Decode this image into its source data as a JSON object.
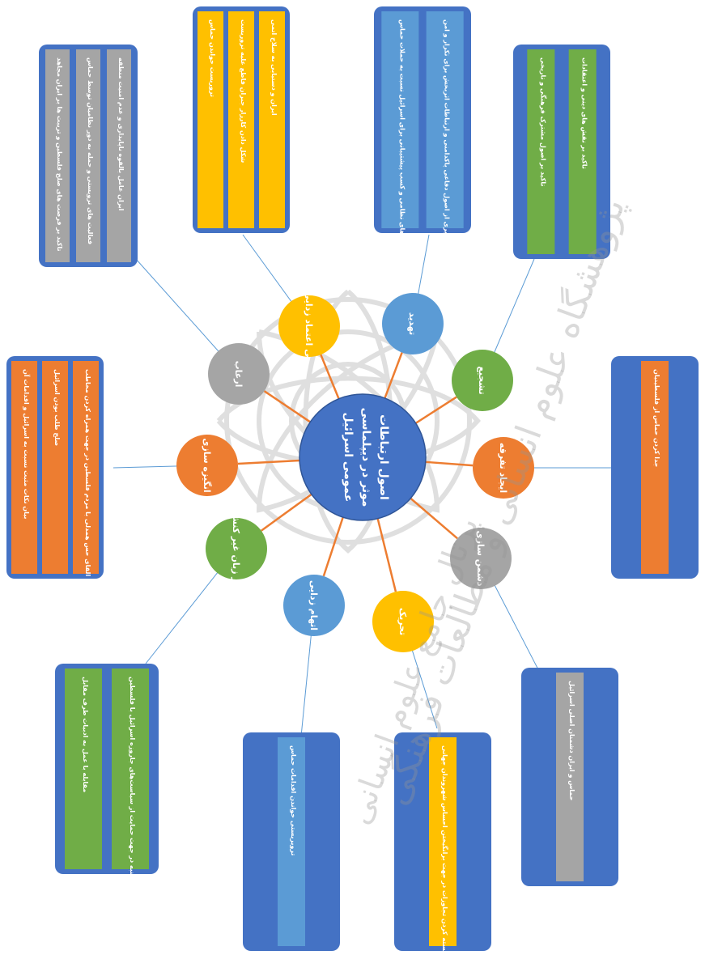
{
  "center": {
    "label": "اصول ارتباطات موثر در دیپلماسی عمومی اسرائیل"
  },
  "watermark": {
    "line1": "پژوهشگاه علوم انسانی و مطالعات فرهنگی",
    "line2": "پرتال جامع علوم انسانی"
  },
  "hubs": [
    {
      "id": "fearmongering",
      "label": "ارعاب"
    },
    {
      "id": "distrust",
      "label": "بی اعتماد زدایی"
    },
    {
      "id": "threat",
      "label": "تهدید"
    },
    {
      "id": "encouragement",
      "label": "تشجیع"
    },
    {
      "id": "division",
      "label": "ایجاد تفرقه"
    },
    {
      "id": "enemy",
      "label": "دشمن سازی"
    },
    {
      "id": "incitement",
      "label": "تحریک"
    },
    {
      "id": "demonization",
      "label": "اتهام زدایی"
    },
    {
      "id": "nonlanguage",
      "label": "از زبان غیر کنش"
    },
    {
      "id": "motivation",
      "label": "انگیزه سازی"
    }
  ],
  "boxes": {
    "gray": [
      "تاکید بر فرصت های صلح فلسطین و تریبت ها بر ایران مجاهد",
      "فعالیت های ترویستی و حمله به دور نظامیان توسط حماس",
      "ایران عامل بالقوه ناپایداری و عدم امنیت منطقه"
    ],
    "yellow_top": [
      "تروریست خواندن حماس",
      "شکل دادن کارزار جبران قاطع علیه تروریست",
      "ایران و دستیابی به سلاح اتمی"
    ],
    "blue_top": [
      "پیشبرد استانداردهای نظامی و کسب پیشتیبانی برای اسرائیل نسبت به حملات حماس",
      "تهیه گیری از اصول دفاعی پاکدامنی و ارتباطات اثربخش برای تکرار و امن"
    ],
    "green_top": [
      "تاکید بر اصول مشترک فرهنگی و تاریخی",
      "تاکید بر نقش های دینی و اعتقادات"
    ],
    "orange_left": [
      "بیان نکات مثبت نسبت به اسرائیل و اقدامات آن",
      "صلح طلب بودن اسرائیل",
      "القای حس همدلی با مردم فلسطین در جهت همراه کردن مخاطب"
    ],
    "orange_right": [
      "جدا کردن حماس از فلسطینیان"
    ],
    "green_bottom": [
      "مقابله با عمل به ادبیات طرف مقابل",
      "اقناعی توجیه از زمین جنبه در جهت حمایت از سیاست‌های جاروزه اسرائیل با فلسطین"
    ],
    "lightblue_bottom": [
      "ترویریستی خواندن اقدامات حماس"
    ],
    "yellow_bottom": [
      "برجسته کردن تجاوزات در جهت برانگیختن احساس شهروندان جهانی"
    ],
    "gray_bottom": [
      "حماس و ایران دشمنان اصلی اسرائیل"
    ]
  },
  "colors": {
    "blue": "#4472C4",
    "lightblue": "#5B9BD5",
    "orange": "#ED7D31",
    "gray": "#A5A5A5",
    "yellow": "#FFC000",
    "green": "#70AD47",
    "connector": "#5B9BD5"
  }
}
